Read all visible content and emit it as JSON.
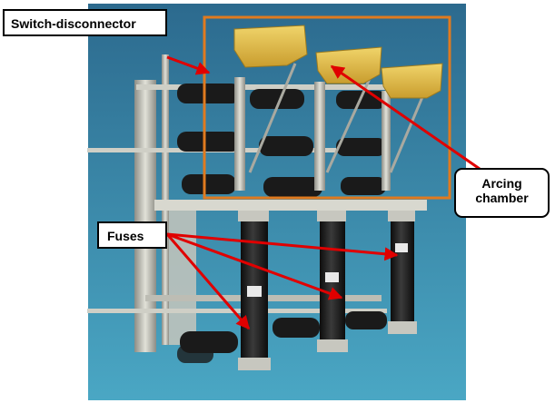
{
  "labels": {
    "switch_disconnector": "Switch-disconnector",
    "fuses": "Fuses",
    "arcing_line1": "Arcing",
    "arcing_line2": "chamber"
  },
  "colors": {
    "annotation_arrow": "#e00000",
    "highlight_box": "#e07a1f",
    "background_top": "#2c6a8e",
    "background_bottom": "#4aa7c4",
    "insulator": "#1a1a1a",
    "arc_chamber": "#e2c04a",
    "frame_metal": "#b8b8b0"
  },
  "icons": [
    "arrow-icon"
  ]
}
